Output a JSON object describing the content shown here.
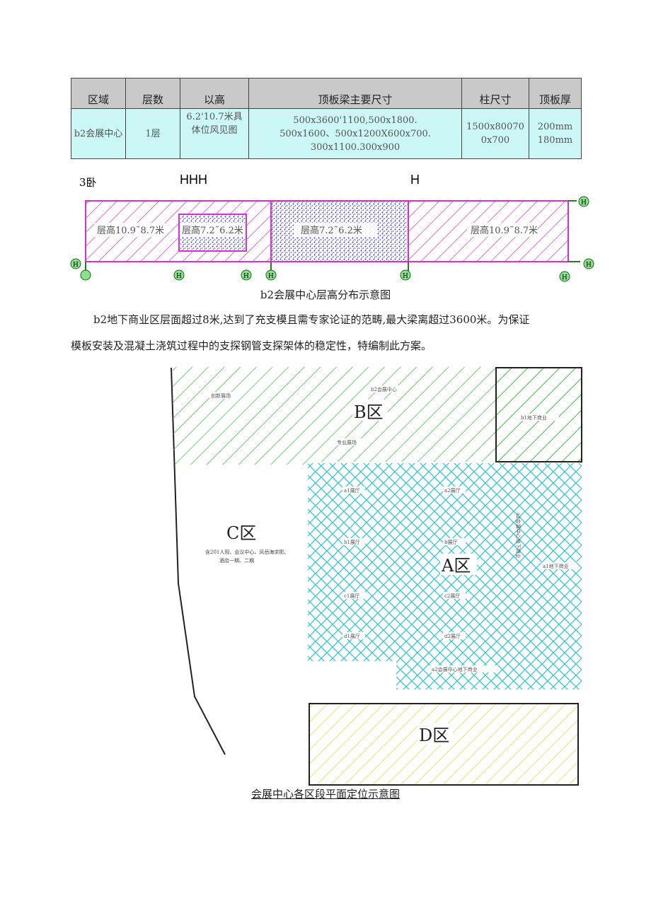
{
  "table": {
    "headers": [
      "区域",
      "层数",
      "以高",
      "顶板梁主要尺寸",
      "柱尺寸",
      "顶板厚"
    ],
    "row": {
      "area": "b2会展中心",
      "floors": "1层",
      "height": "6.2'10.7米具体位风见图",
      "beams_line1": "500x3600'1100,500x1800.",
      "beams_line2": "500x1600、500x1200X600x700.",
      "beams_line3": "300x1100.300x900",
      "column_line1": "1500x80070",
      "column_line2": "0x700",
      "slab_line1": "200mm",
      "slab_line2": "180mm"
    }
  },
  "section_diagram": {
    "label_left": "3卧",
    "label_hhh": "HHH",
    "label_h": "H",
    "zone1": "层高10.9˜8.7米",
    "zone2": "层高7.2˜6.2米",
    "zone3": "层高7.2˜6.2米",
    "zone4": "层高10.9˜8.7米",
    "caption": "b2会展中心层高分布示意图"
  },
  "paragraph": {
    "line1": "b2地下商业区层面超过8米,达到了充支模且需专家论证的范畴,最大梁离超过3600米。为保证",
    "line2": "模板安装及混凝土浇筑过程中的支探钢管支探架体的稳定性，特编制此方案。"
  },
  "plan": {
    "zone_b": "B区",
    "zone_a": "A区",
    "zone_c": "C区",
    "zone_d": "D区",
    "zone_c_note1": "含201人观、会议中心、风岳海求街、",
    "zone_c_note2": "酒店一期、二期",
    "small_labels": {
      "b_1": "创新展场",
      "b_2": "b2会展中心",
      "b_3": "专业展场",
      "b_box": "b1地下商业",
      "a_1": "a1展厅",
      "a_2": "a2展厅",
      "a_3": "b1展厅",
      "a_4": "b展厅",
      "a_5": "c1展厅",
      "a_6": "c2展厅",
      "a_7": "d1展厅",
      "a_8": "d2展厅",
      "a_9": "a2会展中心地下商业",
      "a_vert": "a2会展中心地下商业",
      "a_right": "a1地下商业"
    },
    "caption": "会展中心各区段平面定位示意图"
  },
  "colors": {
    "magenta": "#d433d4",
    "green": "#3fbf3f",
    "cyan": "#37c6d6",
    "yellow": "#dede3c",
    "table_header": "#c9c9c9",
    "table_body": "#ccf7f7"
  }
}
